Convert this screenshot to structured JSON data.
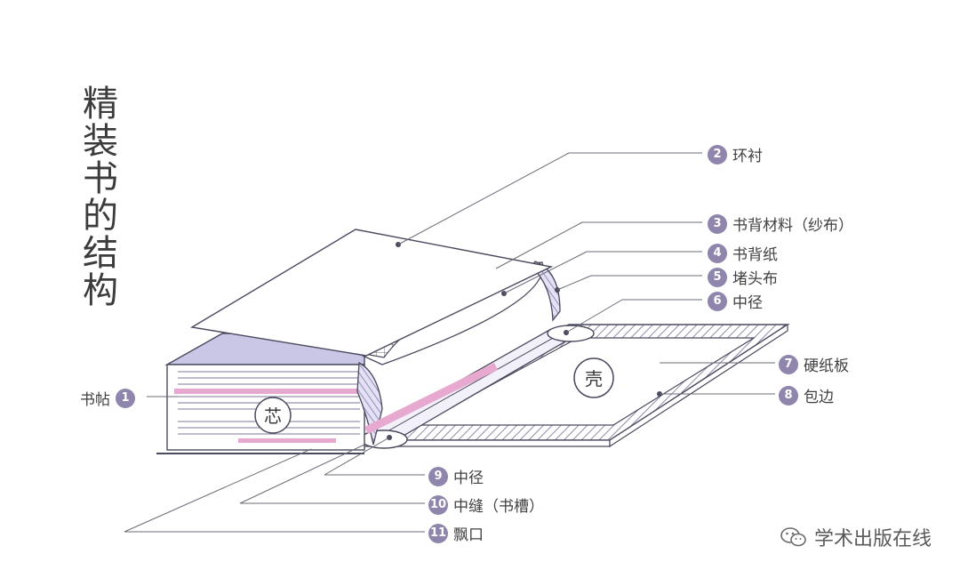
{
  "title": "精装书的结构",
  "title_chars": [
    "精",
    "装",
    "书",
    "的",
    "结",
    "构"
  ],
  "labels": {
    "core": "芯",
    "case": "壳"
  },
  "callouts": [
    {
      "num": "1",
      "text": "书帖"
    },
    {
      "num": "2",
      "text": "环衬"
    },
    {
      "num": "3",
      "text": "书背材料（纱布）"
    },
    {
      "num": "4",
      "text": "书背纸"
    },
    {
      "num": "5",
      "text": "堵头布"
    },
    {
      "num": "6",
      "text": "中径"
    },
    {
      "num": "7",
      "text": "硬纸板"
    },
    {
      "num": "8",
      "text": "包边"
    },
    {
      "num": "9",
      "text": "中径"
    },
    {
      "num": "10",
      "text": "中缝（书槽）"
    },
    {
      "num": "11",
      "text": "飘口"
    }
  ],
  "watermark": "学术出版在线",
  "colors": {
    "line": "#4a4a5e",
    "purple_light": "#c9c6e6",
    "purple_mid": "#9f99cc",
    "pink": "#e7a9cf",
    "badge": "#8f85ad"
  }
}
